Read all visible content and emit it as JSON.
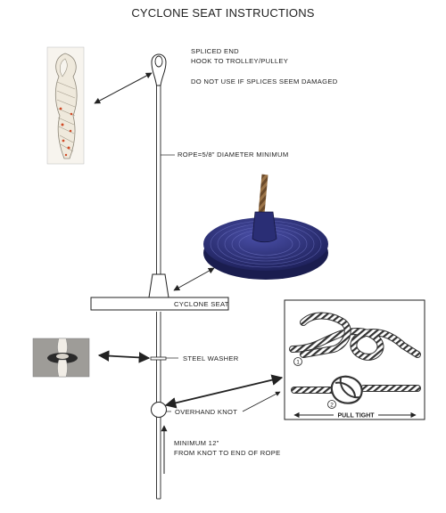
{
  "title": "CYCLONE SEAT INSTRUCTIONS",
  "labels": {
    "spliced_end": "SPLICED END",
    "hook": "HOOK TO TROLLEY/PULLEY",
    "warning": "DO NOT USE IF SPLICES SEEM DAMAGED",
    "rope": "ROPE=5/8” DIAMETER MINIMUM",
    "seat": "CYCLONE SEAT",
    "washer": "STEEL WASHER",
    "knot": "OVERHAND KNOT",
    "minimum_line1": "MINIMUM 12”",
    "minimum_line2": "FROM KNOT TO END OF ROPE",
    "pull_tight": "PULL TIGHT",
    "step1": "1",
    "step2": "2"
  },
  "colors": {
    "seat": "#2b2f7a",
    "seat_dark": "#1a1d4f",
    "rope_photo": "#f2ede4",
    "rope_red": "#c8401f",
    "knot_rope": "#3a3a3a",
    "line": "#222222"
  },
  "icons": [
    "rope-splice-photo",
    "cyclone-seat-photo",
    "steel-washer-photo",
    "overhand-knot-illustration"
  ]
}
